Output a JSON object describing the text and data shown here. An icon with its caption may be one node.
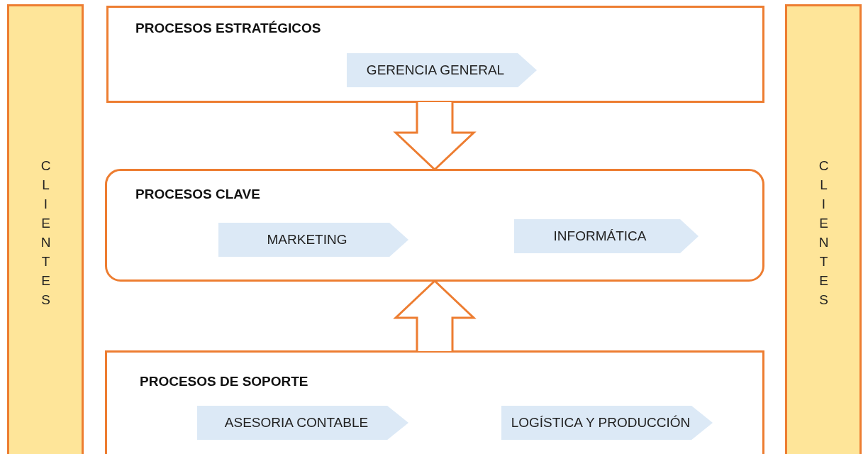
{
  "diagram": {
    "nodes": [
      {
        "text": [
          "CLIENTES"
        ]
      },
      {
        "text": [
          "PROCESOS ESTRATÉGICOS"
        ]
      },
      {
        "text": [
          "GERENCIA GENERAL"
        ],
        "in": 1
      },
      {
        "text": [
          "PROCESOS CLAVE"
        ]
      },
      {
        "text": [
          "MARKETING"
        ],
        "in": 3
      },
      {
        "text": [
          "INFORMÁTICA"
        ],
        "in": 3
      },
      {
        "text": [
          "PROCESOS DE SOPORTE"
        ]
      },
      {
        "text": [
          "ASESORIA CONTABLE"
        ],
        "in": 6
      },
      {
        "text": [
          "LOGÍSTICA Y PRODUCCIÓN"
        ],
        "in": 6
      },
      {
        "text": [
          "CLIENTES"
        ]
      }
    ],
    "edges": [
      {
        "from": 1,
        "to": 3,
        "arrow": "to"
      },
      {
        "from": 6,
        "to": 3,
        "arrow": "to"
      }
    ]
  }
}
